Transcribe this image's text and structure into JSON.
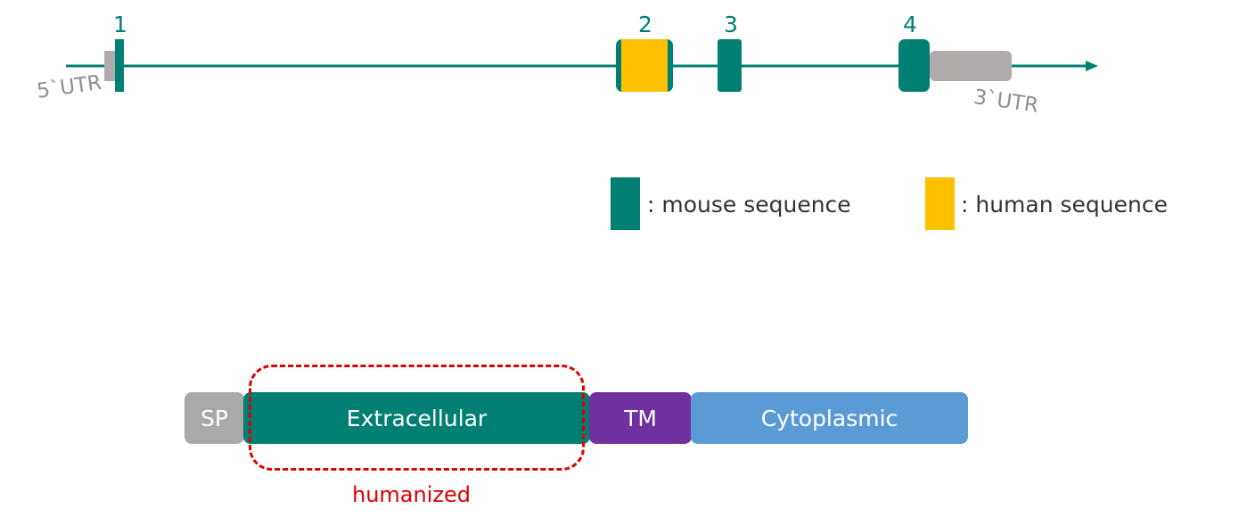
{
  "gene_structure": {
    "exons": [
      {
        "number": "1",
        "type": "mouse"
      },
      {
        "number": "2",
        "type": "human"
      },
      {
        "number": "3",
        "type": "mouse"
      },
      {
        "number": "4",
        "type": "mouse"
      }
    ],
    "utr5_label": "5`UTR",
    "utr3_label": "3`UTR"
  },
  "legend": {
    "mouse": ": mouse sequence",
    "human": ": human sequence"
  },
  "protein": {
    "domains": [
      {
        "label": "SP"
      },
      {
        "label": "Extracellular"
      },
      {
        "label": "TM"
      },
      {
        "label": "Cytoplasmic"
      }
    ],
    "humanized_label": "humanized"
  },
  "colors": {
    "mouse": "#007F72",
    "human": "#FFC000",
    "utr": "#B0ABAB",
    "sp": "#ABA8A8",
    "extracellular": "#007F72",
    "tm": "#7030A0",
    "cytoplasmic": "#5B9BD5",
    "humanized": "#E00000",
    "text": "#333333"
  }
}
